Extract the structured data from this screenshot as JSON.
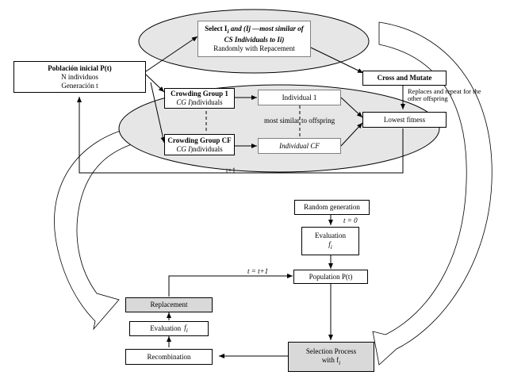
{
  "top": {
    "select": {
      "line1": "Select I",
      "sub1": "i",
      "line1b": " and (Ij —most similar of",
      "line2": "CS Individuals to Ii)",
      "line3": "Randomly with Repacement"
    },
    "poblacion": {
      "title": "Población inicial P(t)",
      "line2": "N individuos",
      "line3": "Generación t"
    },
    "cross": "Cross and Mutate",
    "replaces": "Replaces and repeat for the other offspring",
    "group1": {
      "title": "Crowding Group 1",
      "cg": "CG I",
      "suffix": ")ndividuals"
    },
    "groupcf": {
      "title": "Crowding Group CF",
      "cg": "CG I",
      "suffix": ")ndividuals"
    },
    "ind1": "Individual 1",
    "indcf": "Individual CF",
    "similar": "most similar to offspring",
    "lowest": "Lowest fitness",
    "tplus": "t+1"
  },
  "bottom": {
    "random": "Random generation",
    "t0": "t = 0",
    "evaluation": "Evaluation",
    "fi": "f",
    "fi_sub": "i",
    "tt1": "t = t+1",
    "population": "Population P(t)",
    "replacement": "Replacement",
    "eval2": "Evaluation",
    "recombination": "Recombination",
    "selection": "Selection Process",
    "selection_with": "with f"
  },
  "colors": {
    "ellipse": "#e6e6e6",
    "gray_box": "#d9d9d9",
    "arrow_fill": "#ffffff"
  }
}
